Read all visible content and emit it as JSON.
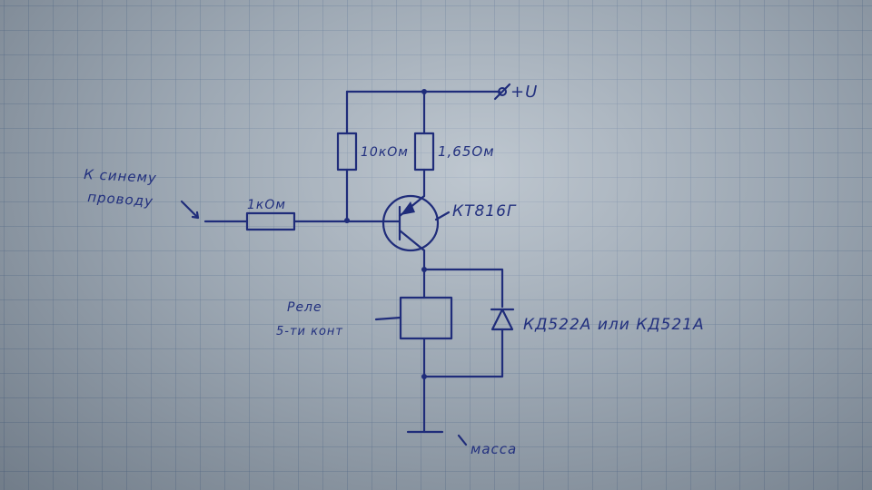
{
  "labels": {
    "supply": "+U",
    "r_base_bias": "10кОм",
    "r_collector": "1,65Ом",
    "r_input": "1кОм",
    "transistor": "КТ816Г",
    "input_line1": "К синему",
    "input_line2": "проводу",
    "relay_line1": "Реле",
    "relay_line2": "5-ти конт",
    "diode": "КД522А или КД521А",
    "ground": "масса"
  },
  "colors": {
    "ink": "#1f2c7a",
    "paper": "#a3afbb",
    "grid": "#46618a"
  }
}
